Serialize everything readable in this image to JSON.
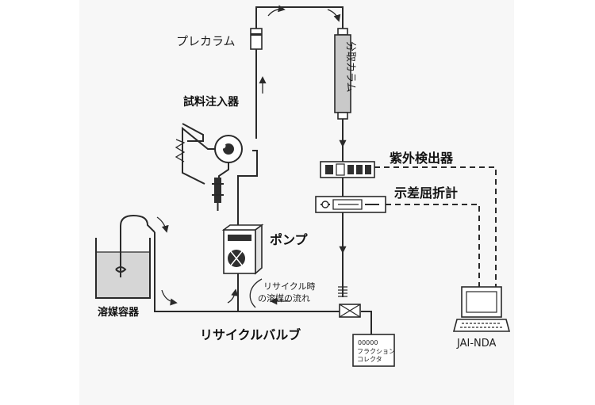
{
  "labels": {
    "precolumn": "プレカラム",
    "prep_column": "分取カラム",
    "injector": "試料注入器",
    "uv_detector": "紫外検出器",
    "ri_detector": "示差屈折計",
    "pump": "ポンプ",
    "recycle_flow_line1": "リサイクル時",
    "recycle_flow_line2": "の溶媒の流れ",
    "solvent_reservoir": "溶媒容器",
    "recycle_valve": "リサイクルバルブ",
    "fraction_collector_line1": "フラクション",
    "fraction_collector_line2": "コレクタ",
    "fraction_collector_digits": "00000",
    "computer": "JAI-NDA"
  },
  "colors": {
    "background": "#ffffff",
    "panel": "#f7f7f7",
    "line": "#2a2a2a",
    "column_fill": "#c9c9c9",
    "liquid": "#d6d6d6"
  }
}
